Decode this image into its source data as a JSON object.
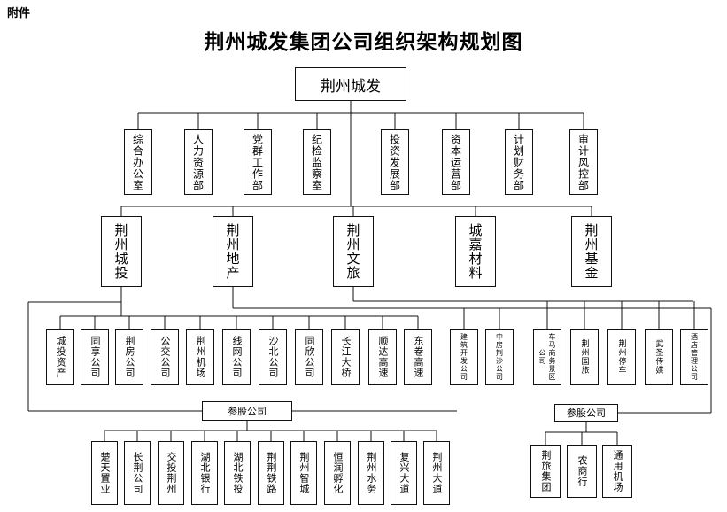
{
  "attachment_label": "附件",
  "title": "荆州城发集团公司组织架构规划图",
  "root": "荆州城发",
  "departments": [
    "综合办公室",
    "人力资源部",
    "党群工作部",
    "纪检监察室",
    "投资发展部",
    "资本运营部",
    "计划财务部",
    "审计风控部"
  ],
  "subsidiaries": [
    "荆州城投",
    "荆州地产",
    "荆州文旅",
    "城嘉材料",
    "荆州基金"
  ],
  "chengtou_companies": [
    "城投资产",
    "同享公司",
    "荆房公司",
    "公交公司",
    "荆州机场",
    "线网公司",
    "沙北公司",
    "同欣公司",
    "长江大桥",
    "顺达高速",
    "东卷高速"
  ],
  "dichan_companies": [
    "建筑开发公司",
    "中房荆沙公司"
  ],
  "wenlv_companies": [
    "车马商务景区公司",
    "荆州国旅",
    "荆州停车",
    "武圣传媒",
    "酒店管理公司"
  ],
  "equity_label_left": "参股公司",
  "equity_left": [
    "楚天置业",
    "长荆公司",
    "交投荆州",
    "湖北银行",
    "湖北铁投",
    "荆荆铁路",
    "荆州智城",
    "恒润孵化",
    "荆州水务",
    "复兴大道",
    "荆州大道"
  ],
  "equity_label_right": "参股公司",
  "equity_right": [
    "荆旅集团",
    "农商行",
    "通用机场"
  ]
}
